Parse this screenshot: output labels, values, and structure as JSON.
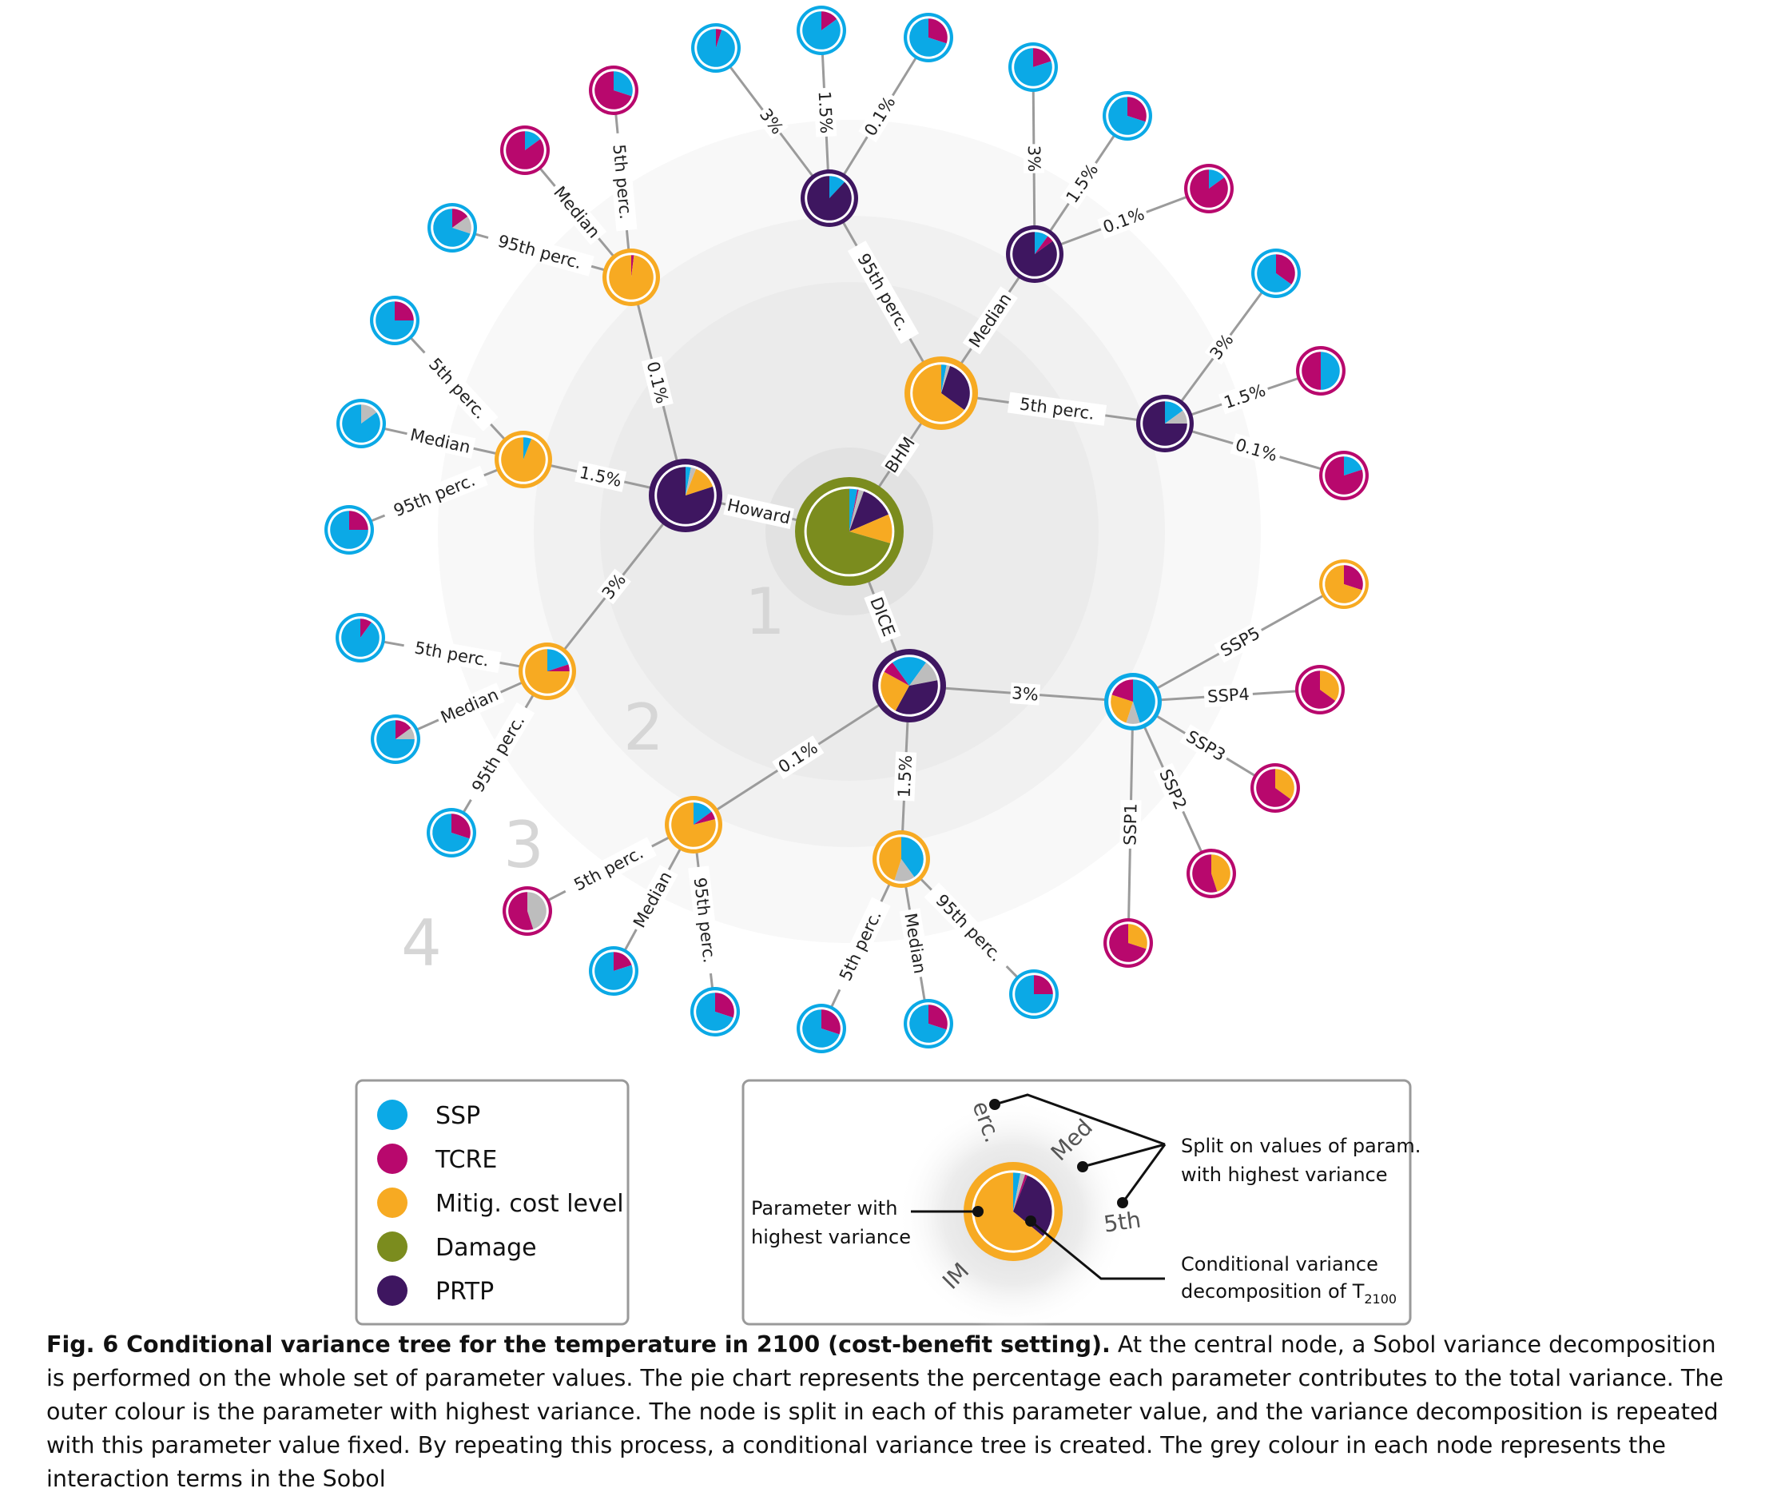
{
  "colors": {
    "SSP": "#0BA9E6",
    "TCRE": "#B8086D",
    "Mitig": "#F7AA22",
    "Damage": "#7B8C1E",
    "PRTP": "#3E1660",
    "interaction": "#BDBDBD"
  },
  "rings": [
    "1",
    "2",
    "3",
    "4"
  ],
  "tree": {
    "nodes": [
      {
        "id": "root",
        "param": "Damage",
        "pie": [
          [
            "SSP",
            0.03
          ],
          [
            "TCRE",
            0.005
          ],
          [
            "interaction",
            0.02
          ],
          [
            "PRTP",
            0.13
          ],
          [
            "Mitig",
            0.11
          ],
          [
            "Damage",
            0.705
          ]
        ]
      },
      {
        "id": "howard",
        "param": "PRTP",
        "pie": [
          [
            "SSP",
            0.03
          ],
          [
            "interaction",
            0.03
          ],
          [
            "Mitig",
            0.14
          ],
          [
            "PRTP",
            0.8
          ]
        ]
      },
      {
        "id": "bhm",
        "param": "Mitig",
        "pie": [
          [
            "SSP",
            0.03
          ],
          [
            "interaction",
            0.02
          ],
          [
            "PRTP",
            0.3
          ],
          [
            "Mitig",
            0.65
          ]
        ]
      },
      {
        "id": "dice",
        "param": "PRTP",
        "pie": [
          [
            "SSP",
            0.1
          ],
          [
            "interaction",
            0.12
          ],
          [
            "PRTP",
            0.36
          ],
          [
            "Mitig",
            0.25
          ],
          [
            "TCRE",
            0.07
          ],
          [
            "SSP",
            0.1
          ]
        ]
      },
      {
        "id": "h_01",
        "param": "Mitig",
        "pie": [
          [
            "TCRE",
            0.02
          ],
          [
            "Mitig",
            0.98
          ]
        ]
      },
      {
        "id": "h_15",
        "param": "Mitig",
        "pie": [
          [
            "SSP",
            0.06
          ],
          [
            "Mitig",
            0.94
          ]
        ]
      },
      {
        "id": "h_3",
        "param": "Mitig",
        "pie": [
          [
            "SSP",
            0.2
          ],
          [
            "TCRE",
            0.05
          ],
          [
            "Mitig",
            0.75
          ]
        ]
      },
      {
        "id": "b_95",
        "param": "PRTP",
        "pie": [
          [
            "SSP",
            0.12
          ],
          [
            "PRTP",
            0.88
          ]
        ]
      },
      {
        "id": "b_med",
        "param": "PRTP",
        "pie": [
          [
            "SSP",
            0.1
          ],
          [
            "TCRE",
            0.05
          ],
          [
            "PRTP",
            0.85
          ]
        ]
      },
      {
        "id": "b_5",
        "param": "PRTP",
        "pie": [
          [
            "SSP",
            0.15
          ],
          [
            "interaction",
            0.1
          ],
          [
            "PRTP",
            0.75
          ]
        ]
      },
      {
        "id": "d_3",
        "param": "SSP",
        "pie": [
          [
            "SSP",
            0.45
          ],
          [
            "interaction",
            0.1
          ],
          [
            "Mitig",
            0.25
          ],
          [
            "TCRE",
            0.2
          ]
        ]
      },
      {
        "id": "d_15",
        "param": "Mitig",
        "pie": [
          [
            "SSP",
            0.4
          ],
          [
            "interaction",
            0.15
          ],
          [
            "Mitig",
            0.45
          ]
        ]
      },
      {
        "id": "d_01",
        "param": "Mitig",
        "pie": [
          [
            "SSP",
            0.15
          ],
          [
            "TCRE",
            0.06
          ],
          [
            "Mitig",
            0.79
          ]
        ]
      },
      {
        "id": "l_h01_5",
        "param": "TCRE",
        "pie": [
          [
            "SSP",
            0.3
          ],
          [
            "TCRE",
            0.7
          ]
        ]
      },
      {
        "id": "l_h01_med",
        "param": "TCRE",
        "pie": [
          [
            "SSP",
            0.15
          ],
          [
            "TCRE",
            0.85
          ]
        ]
      },
      {
        "id": "l_h01_95",
        "param": "SSP",
        "pie": [
          [
            "TCRE",
            0.15
          ],
          [
            "interaction",
            0.15
          ],
          [
            "SSP",
            0.7
          ]
        ]
      },
      {
        "id": "l_h15_5",
        "param": "SSP",
        "pie": [
          [
            "TCRE",
            0.25
          ],
          [
            "SSP",
            0.75
          ]
        ]
      },
      {
        "id": "l_h15_med",
        "param": "SSP",
        "pie": [
          [
            "interaction",
            0.15
          ],
          [
            "SSP",
            0.85
          ]
        ]
      },
      {
        "id": "l_h15_95",
        "param": "SSP",
        "pie": [
          [
            "TCRE",
            0.25
          ],
          [
            "SSP",
            0.75
          ]
        ]
      },
      {
        "id": "l_h3_5",
        "param": "SSP",
        "pie": [
          [
            "TCRE",
            0.1
          ],
          [
            "SSP",
            0.9
          ]
        ]
      },
      {
        "id": "l_h3_med",
        "param": "SSP",
        "pie": [
          [
            "TCRE",
            0.15
          ],
          [
            "interaction",
            0.1
          ],
          [
            "SSP",
            0.75
          ]
        ]
      },
      {
        "id": "l_h3_95",
        "param": "SSP",
        "pie": [
          [
            "TCRE",
            0.3
          ],
          [
            "SSP",
            0.7
          ]
        ]
      },
      {
        "id": "l_b95_3",
        "param": "SSP",
        "pie": [
          [
            "TCRE",
            0.05
          ],
          [
            "SSP",
            0.95
          ]
        ]
      },
      {
        "id": "l_b95_15",
        "param": "SSP",
        "pie": [
          [
            "TCRE",
            0.15
          ],
          [
            "SSP",
            0.85
          ]
        ]
      },
      {
        "id": "l_b95_01",
        "param": "SSP",
        "pie": [
          [
            "TCRE",
            0.3
          ],
          [
            "SSP",
            0.7
          ]
        ]
      },
      {
        "id": "l_bmed_3",
        "param": "SSP",
        "pie": [
          [
            "TCRE",
            0.2
          ],
          [
            "SSP",
            0.8
          ]
        ]
      },
      {
        "id": "l_bmed_15",
        "param": "SSP",
        "pie": [
          [
            "TCRE",
            0.3
          ],
          [
            "SSP",
            0.7
          ]
        ]
      },
      {
        "id": "l_bmed_01",
        "param": "TCRE",
        "pie": [
          [
            "SSP",
            0.15
          ],
          [
            "TCRE",
            0.85
          ]
        ]
      },
      {
        "id": "l_b5_3",
        "param": "SSP",
        "pie": [
          [
            "TCRE",
            0.35
          ],
          [
            "SSP",
            0.65
          ]
        ]
      },
      {
        "id": "l_b5_15",
        "param": "TCRE",
        "pie": [
          [
            "SSP",
            0.5
          ],
          [
            "TCRE",
            0.5
          ]
        ]
      },
      {
        "id": "l_b5_01",
        "param": "TCRE",
        "pie": [
          [
            "SSP",
            0.2
          ],
          [
            "TCRE",
            0.8
          ]
        ]
      },
      {
        "id": "l_d3_ssp5",
        "param": "Mitig",
        "pie": [
          [
            "TCRE",
            0.3
          ],
          [
            "Mitig",
            0.7
          ]
        ]
      },
      {
        "id": "l_d3_ssp4",
        "param": "TCRE",
        "pie": [
          [
            "Mitig",
            0.35
          ],
          [
            "TCRE",
            0.65
          ]
        ]
      },
      {
        "id": "l_d3_ssp3",
        "param": "TCRE",
        "pie": [
          [
            "Mitig",
            0.35
          ],
          [
            "TCRE",
            0.65
          ]
        ]
      },
      {
        "id": "l_d3_ssp2",
        "param": "TCRE",
        "pie": [
          [
            "Mitig",
            0.45
          ],
          [
            "TCRE",
            0.55
          ]
        ]
      },
      {
        "id": "l_d3_ssp1",
        "param": "TCRE",
        "pie": [
          [
            "Mitig",
            0.3
          ],
          [
            "TCRE",
            0.7
          ]
        ]
      },
      {
        "id": "l_d15_5",
        "param": "SSP",
        "pie": [
          [
            "TCRE",
            0.3
          ],
          [
            "SSP",
            0.7
          ]
        ]
      },
      {
        "id": "l_d15_med",
        "param": "SSP",
        "pie": [
          [
            "TCRE",
            0.3
          ],
          [
            "SSP",
            0.7
          ]
        ]
      },
      {
        "id": "l_d15_95",
        "param": "SSP",
        "pie": [
          [
            "TCRE",
            0.25
          ],
          [
            "SSP",
            0.75
          ]
        ]
      },
      {
        "id": "l_d01_5",
        "param": "TCRE",
        "pie": [
          [
            "interaction",
            0.45
          ],
          [
            "TCRE",
            0.55
          ]
        ]
      },
      {
        "id": "l_d01_med",
        "param": "SSP",
        "pie": [
          [
            "TCRE",
            0.2
          ],
          [
            "SSP",
            0.8
          ]
        ]
      },
      {
        "id": "l_d01_95",
        "param": "SSP",
        "pie": [
          [
            "TCRE",
            0.3
          ],
          [
            "SSP",
            0.7
          ]
        ]
      }
    ],
    "edges": [
      {
        "from": "root",
        "to": "howard",
        "label": "Howard"
      },
      {
        "from": "root",
        "to": "bhm",
        "label": "BHM"
      },
      {
        "from": "root",
        "to": "dice",
        "label": "DICE"
      },
      {
        "from": "howard",
        "to": "h_01",
        "label": "0.1%"
      },
      {
        "from": "howard",
        "to": "h_15",
        "label": "1.5%"
      },
      {
        "from": "howard",
        "to": "h_3",
        "label": "3%"
      },
      {
        "from": "bhm",
        "to": "b_95",
        "label": "95th perc."
      },
      {
        "from": "bhm",
        "to": "b_med",
        "label": "Median"
      },
      {
        "from": "bhm",
        "to": "b_5",
        "label": "5th perc."
      },
      {
        "from": "dice",
        "to": "d_3",
        "label": "3%"
      },
      {
        "from": "dice",
        "to": "d_15",
        "label": "1.5%"
      },
      {
        "from": "dice",
        "to": "d_01",
        "label": "0.1%"
      },
      {
        "from": "h_01",
        "to": "l_h01_5",
        "label": "5th perc."
      },
      {
        "from": "h_01",
        "to": "l_h01_med",
        "label": "Median"
      },
      {
        "from": "h_01",
        "to": "l_h01_95",
        "label": "95th perc."
      },
      {
        "from": "h_15",
        "to": "l_h15_5",
        "label": "5th perc."
      },
      {
        "from": "h_15",
        "to": "l_h15_med",
        "label": "Median"
      },
      {
        "from": "h_15",
        "to": "l_h15_95",
        "label": "95th perc."
      },
      {
        "from": "h_3",
        "to": "l_h3_5",
        "label": "5th perc."
      },
      {
        "from": "h_3",
        "to": "l_h3_med",
        "label": "Median"
      },
      {
        "from": "h_3",
        "to": "l_h3_95",
        "label": "95th perc."
      },
      {
        "from": "b_95",
        "to": "l_b95_3",
        "label": "3%"
      },
      {
        "from": "b_95",
        "to": "l_b95_15",
        "label": "1.5%"
      },
      {
        "from": "b_95",
        "to": "l_b95_01",
        "label": "0.1%"
      },
      {
        "from": "b_med",
        "to": "l_bmed_3",
        "label": "3%"
      },
      {
        "from": "b_med",
        "to": "l_bmed_15",
        "label": "1.5%"
      },
      {
        "from": "b_med",
        "to": "l_bmed_01",
        "label": "0.1%"
      },
      {
        "from": "b_5",
        "to": "l_b5_3",
        "label": "3%"
      },
      {
        "from": "b_5",
        "to": "l_b5_15",
        "label": "1.5%"
      },
      {
        "from": "b_5",
        "to": "l_b5_01",
        "label": "0.1%"
      },
      {
        "from": "d_3",
        "to": "l_d3_ssp5",
        "label": "SSP5"
      },
      {
        "from": "d_3",
        "to": "l_d3_ssp4",
        "label": "SSP4"
      },
      {
        "from": "d_3",
        "to": "l_d3_ssp3",
        "label": "SSP3"
      },
      {
        "from": "d_3",
        "to": "l_d3_ssp2",
        "label": "SSP2"
      },
      {
        "from": "d_3",
        "to": "l_d3_ssp1",
        "label": "SSP1"
      },
      {
        "from": "d_15",
        "to": "l_d15_5",
        "label": "5th perc."
      },
      {
        "from": "d_15",
        "to": "l_d15_med",
        "label": "Median"
      },
      {
        "from": "d_15",
        "to": "l_d15_95",
        "label": "95th perc."
      },
      {
        "from": "d_01",
        "to": "l_d01_5",
        "label": "5th perc."
      },
      {
        "from": "d_01",
        "to": "l_d01_med",
        "label": "Median"
      },
      {
        "from": "d_01",
        "to": "l_d01_95",
        "label": "95th perc."
      }
    ]
  },
  "legend": [
    {
      "key": "SSP",
      "label": "SSP"
    },
    {
      "key": "TCRE",
      "label": "TCRE"
    },
    {
      "key": "Mitig",
      "label": "Mitig. cost level"
    },
    {
      "key": "Damage",
      "label": "Damage"
    },
    {
      "key": "PRTP",
      "label": "PRTP"
    }
  ],
  "annotation": {
    "left_label_1": "Parameter with",
    "left_label_2": "highest variance",
    "right_top_1": "Split on values of param.",
    "right_top_2": "with highest variance",
    "right_bottom_1": "Conditional variance",
    "right_bottom_2": "decomposition of T",
    "right_bottom_sub": "2100",
    "frag_top": "erc.",
    "frag_mid": "Med",
    "frag_right": "5th",
    "frag_bottom": "IM"
  },
  "caption": {
    "title": "Fig. 6 Conditional variance tree for the temperature in 2100 (cost-benefit setting).",
    "body": " At the central node, a Sobol variance decomposition is performed on the whole set of parameter values. The pie chart represents the percentage each parameter contributes to the total variance. The outer colour is the parameter with highest variance. The node is split in each of this parameter value, and the variance decomposition is repeated with this parameter value fixed. By repeating this process, a conditional variance tree is created. The grey colour in each node represents the interaction terms in the Sobol"
  }
}
